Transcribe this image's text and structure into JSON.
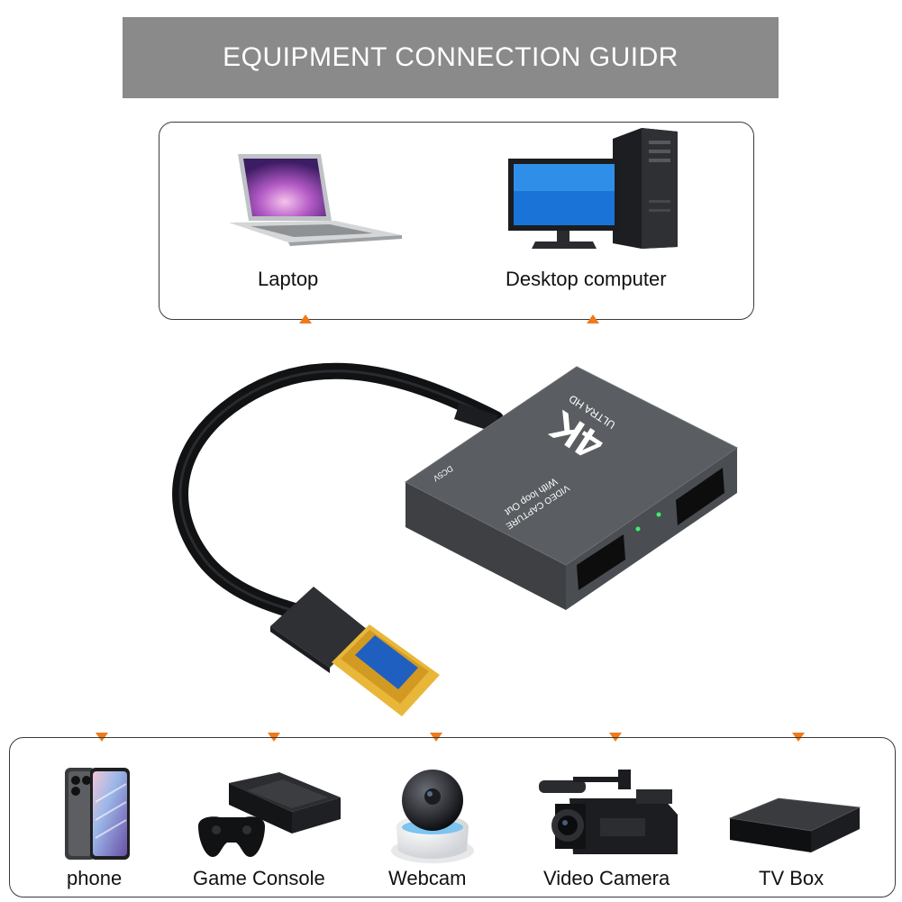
{
  "header": {
    "title": "EQUIPMENT CONNECTION GUIDR"
  },
  "hosts": [
    {
      "label": "Laptop",
      "icon": "laptop-icon"
    },
    {
      "label": "Desktop computer",
      "icon": "desktop-computer-icon"
    }
  ],
  "sources": [
    {
      "label": "phone",
      "icon": "phone-icon"
    },
    {
      "label": "Game Console",
      "icon": "game-console-icon"
    },
    {
      "label": "Webcam",
      "icon": "webcam-icon"
    },
    {
      "label": "Video Camera",
      "icon": "video-camera-icon"
    },
    {
      "label": "TV Box",
      "icon": "tv-box-icon"
    }
  ],
  "device": {
    "badge": "4K",
    "subtitle": "ULTRA HD",
    "line1": "VIDEO CAPTURE",
    "line2": "With loop Out",
    "power": "DC5V"
  },
  "colors": {
    "banner": "#8a8a8a",
    "marker": "#f07a1a",
    "device_body": "#56595c",
    "usb_plug": "#e8b73a",
    "usb_insert": "#1f5fbf"
  }
}
